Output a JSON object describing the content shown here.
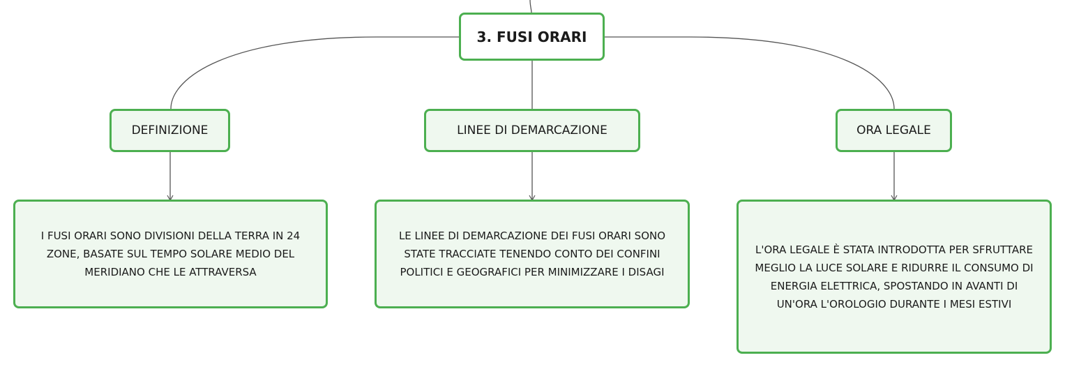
{
  "root": {
    "label": "3. FUSI ORARI"
  },
  "categories": [
    {
      "label": "DEFINIZIONE"
    },
    {
      "label": "LINEE DI DEMARCAZIONE"
    },
    {
      "label": "ORA LEGALE"
    }
  ],
  "details": [
    {
      "text": "I FUSI ORARI SONO DIVISIONI DELLA TERRA IN 24 ZONE, BASATE SUL TEMPO SOLARE MEDIO DEL MERIDIANO CHE LE ATTRAVERSA"
    },
    {
      "text": "LE LINEE DI DEMARCAZIONE DEI FUSI ORARI SONO STATE TRACCIATE TENENDO CONTO DEI CONFINI POLITICI E GEOGRAFICI PER MINIMIZZARE I DISAGI"
    },
    {
      "text": "L'ORA LEGALE È STATA INTRODOTTA PER SFRUTTARE MEGLIO LA LUCE SOLARE E RIDURRE IL CONSUMO DI ENERGIA ELETTRICA, SPOSTANDO IN AVANTI DI UN'ORA L'OROLOGIO DURANTE I MESI ESTIVI"
    }
  ],
  "colors": {
    "node_border": "#4caf50",
    "node_fill": "#eff8ef",
    "connector": "#555555"
  }
}
